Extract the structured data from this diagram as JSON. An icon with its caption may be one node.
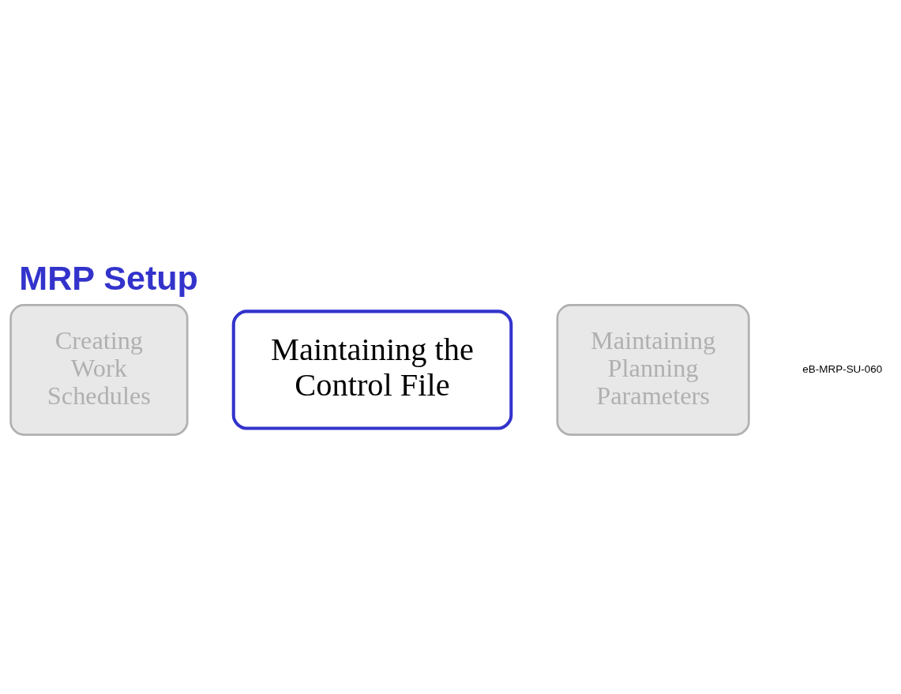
{
  "diagram": {
    "title": "MRP Setup",
    "nodes": [
      {
        "text": [
          "Creating Work Schedules"
        ]
      },
      {
        "text": [
          "Maintaining the Control File"
        ]
      },
      {
        "text": [
          "Maintaining Planning Parameters"
        ]
      }
    ],
    "labels": [
      "eB-MRP-SU-060"
    ]
  }
}
